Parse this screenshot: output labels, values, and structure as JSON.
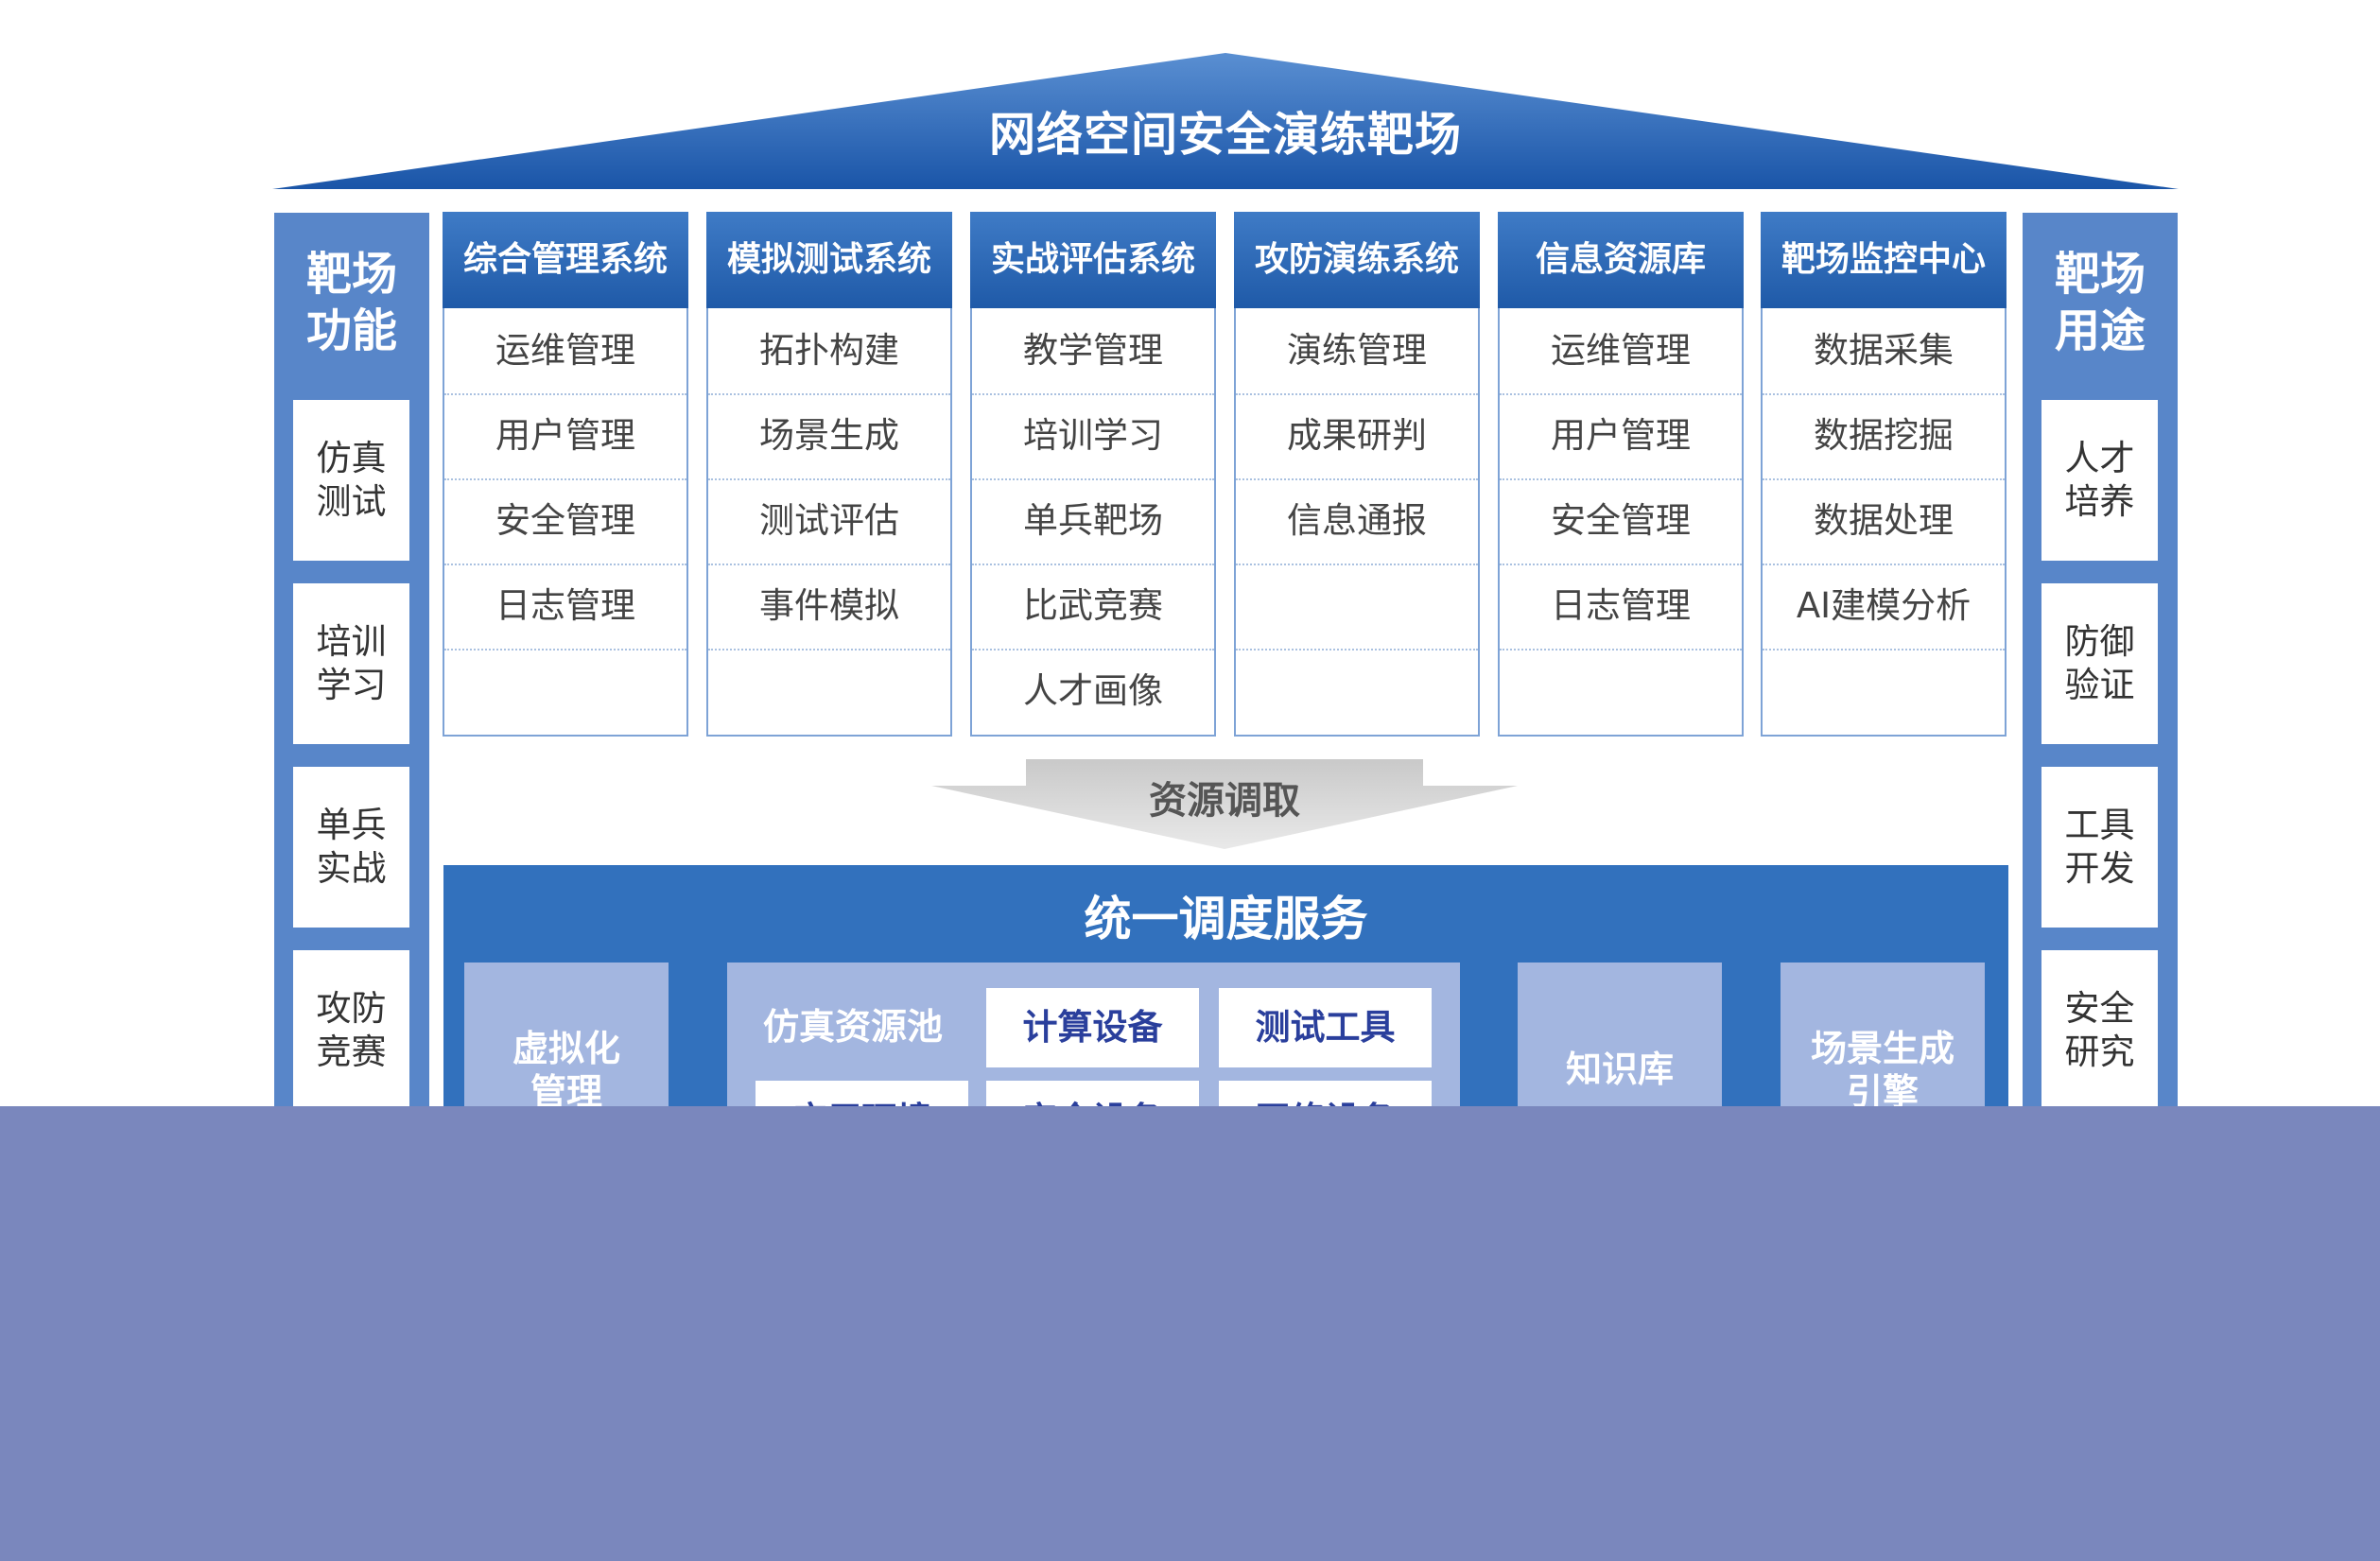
{
  "title": "网络空间安全演练靶场",
  "left_panel": {
    "heading": "靶场\n功能",
    "items": [
      "仿真\n测试",
      "培训\n学习",
      "单兵\n实战",
      "攻防\n竞赛"
    ]
  },
  "right_panel": {
    "heading": "靶场\n用途",
    "items": [
      "人才\n培养",
      "防御\n验证",
      "工具\n开发",
      "安全\n研究"
    ]
  },
  "systems": [
    {
      "name": "综合管理系统",
      "items": [
        "运维管理",
        "用户管理",
        "安全管理",
        "日志管理",
        ""
      ]
    },
    {
      "name": "模拟测试系统",
      "items": [
        "拓扑构建",
        "场景生成",
        "测试评估",
        "事件模拟",
        ""
      ]
    },
    {
      "name": "实战评估系统",
      "items": [
        "教学管理",
        "培训学习",
        "单兵靶场",
        "比武竞赛",
        "人才画像"
      ]
    },
    {
      "name": "攻防演练系统",
      "items": [
        "演练管理",
        "成果研判",
        "信息通报",
        "",
        ""
      ]
    },
    {
      "name": "信息资源库",
      "items": [
        "运维管理",
        "用户管理",
        "安全管理",
        "日志管理",
        ""
      ]
    },
    {
      "name": "靶场监控中心",
      "items": [
        "数据采集",
        "数据挖掘",
        "数据处理",
        "AI建模分析",
        ""
      ]
    }
  ],
  "arrow_label": "资源调取",
  "service": {
    "title": "统一调度服务",
    "virtualization": "虚拟化\n管理",
    "pool_label": "仿真资源池",
    "pool_items": [
      "计算设备",
      "测试工具",
      "应用环境",
      "安全设备",
      "网络设备"
    ],
    "knowledge": "知识库",
    "scene_engine": "场景生成\n引擎"
  },
  "colors": {
    "primary": "#1f5aa8",
    "side": "#5886c9",
    "service": "#3271bd",
    "card": "#a3b6e0",
    "overlay": "#7a87bd"
  }
}
